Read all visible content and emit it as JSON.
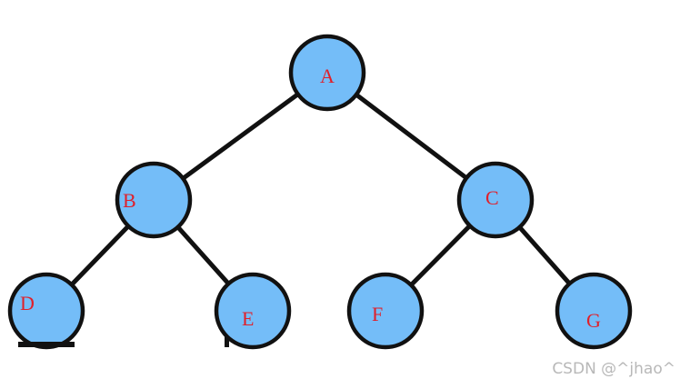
{
  "diagram": {
    "nodes": [
      {
        "id": "A",
        "label": "A"
      },
      {
        "id": "B",
        "label": "B"
      },
      {
        "id": "C",
        "label": "C"
      },
      {
        "id": "D",
        "label": "D"
      },
      {
        "id": "E",
        "label": "E"
      },
      {
        "id": "F",
        "label": "F"
      },
      {
        "id": "G",
        "label": "G"
      }
    ],
    "edges": [
      {
        "from": "A",
        "to": "B"
      },
      {
        "from": "A",
        "to": "C"
      },
      {
        "from": "B",
        "to": "D"
      },
      {
        "from": "B",
        "to": "E"
      },
      {
        "from": "C",
        "to": "F"
      },
      {
        "from": "C",
        "to": "G"
      }
    ],
    "colors": {
      "node_fill": "#74bdf8",
      "node_stroke": "#111111",
      "edge": "#111111",
      "label": "#e0202a"
    }
  },
  "watermark": "CSDN @^jhao^"
}
